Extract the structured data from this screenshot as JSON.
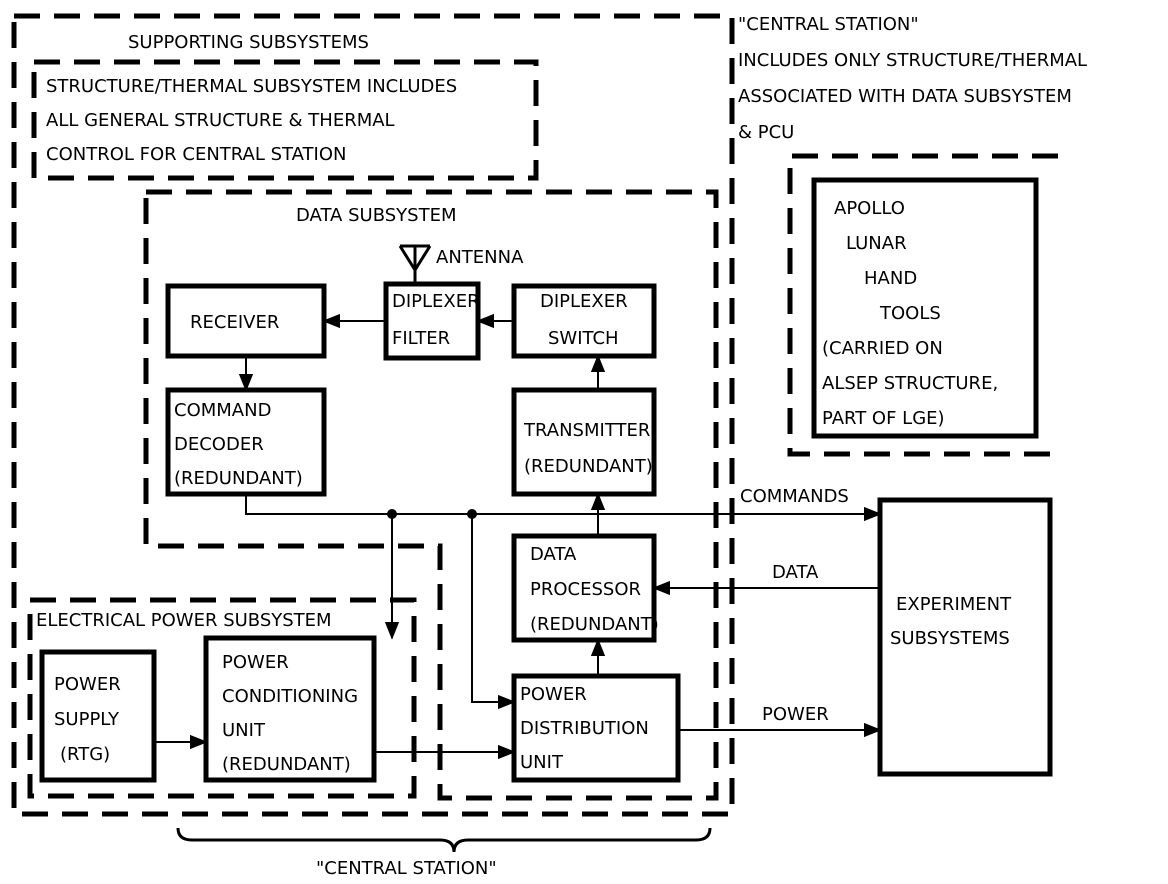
{
  "notes": {
    "central_station": [
      "\"CENTRAL STATION\"",
      "INCLUDES ONLY STRUCTURE/THERMAL",
      "ASSOCIATED WITH DATA SUBSYSTEM",
      "& PCU"
    ]
  },
  "supporting": {
    "title": "SUPPORTING SUBSYSTEMS"
  },
  "structure_thermal": {
    "lines": [
      "STRUCTURE/THERMAL SUBSYSTEM INCLUDES",
      "ALL GENERAL STRUCTURE & THERMAL",
      "CONTROL FOR CENTRAL STATION"
    ]
  },
  "data_subsystem": {
    "title": "DATA SUBSYSTEM",
    "antenna_label": "ANTENNA"
  },
  "blocks": {
    "receiver": [
      "RECEIVER"
    ],
    "diplexer_filter": [
      "DIPLEXER",
      "FILTER"
    ],
    "diplexer_switch": [
      "DIPLEXER",
      "SWITCH"
    ],
    "command_decoder": [
      "COMMAND",
      "DECODER",
      "(REDUNDANT)"
    ],
    "transmitter": [
      "TRANSMITTER",
      "(REDUNDANT)"
    ],
    "data_processor": [
      "DATA",
      "PROCESSOR",
      "(REDUNDANT)"
    ],
    "power_supply": [
      "POWER",
      "SUPPLY",
      "(RTG)"
    ],
    "pcu": [
      "POWER",
      "CONDITIONING",
      "UNIT",
      "(REDUNDANT)"
    ],
    "pdu": [
      "POWER",
      "DISTRIBUTION",
      "UNIT"
    ],
    "experiment": [
      "EXPERIMENT",
      "SUBSYSTEMS"
    ],
    "hand_tools": [
      "APOLLO",
      "LUNAR",
      "HAND",
      "TOOLS",
      "(CARRIED ON",
      "ALSEP STRUCTURE,",
      "PART OF LGE)"
    ]
  },
  "eps": {
    "title": "ELECTRICAL POWER SUBSYSTEM"
  },
  "links": {
    "commands": "COMMANDS",
    "data": "DATA",
    "power": "POWER"
  },
  "footer": {
    "central_station": "\"CENTRAL STATION\""
  }
}
